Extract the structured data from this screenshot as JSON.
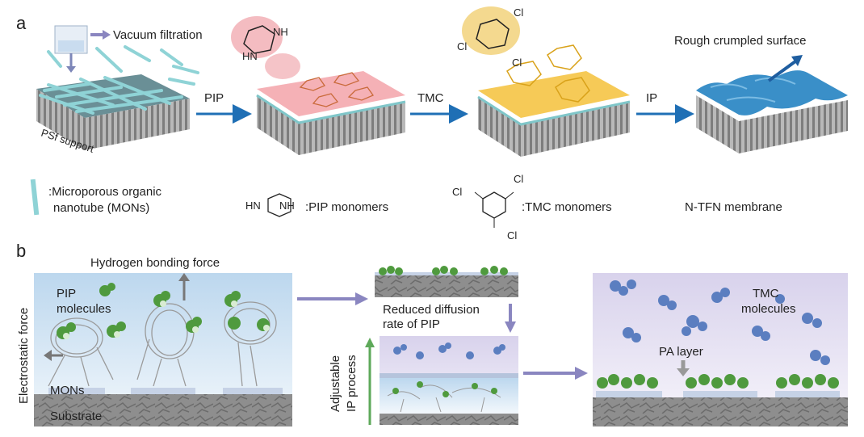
{
  "panel_a": {
    "letter": "a",
    "vacuum": "Vacuum filtration",
    "psf": "PSf support",
    "pip_arrow": "PIP",
    "tmc_arrow": "TMC",
    "ip_arrow": "IP",
    "rough": "Rough crumpled surface",
    "legend_mons_1": ":Microporous organic",
    "legend_mons_2": "nanotube (MONs)",
    "legend_pip": ":PIP monomers",
    "legend_tmc": ":TMC monomers",
    "legend_ntfn": "N-TFN membrane",
    "hn": "HN",
    "nh": "NH",
    "cl": "Cl"
  },
  "panel_b": {
    "letter": "b",
    "hbond": "Hydrogen bonding force",
    "electro": "Electrostatic force",
    "pip_mol_1": "PIP",
    "pip_mol_2": "molecules",
    "mons": "MONs",
    "substrate": "Substrate",
    "reduced_1": "Reduced diffusion",
    "reduced_2": "rate of PIP",
    "adjustable_1": "Adjustable",
    "adjustable_2": "IP process",
    "tmc_mol_1": "TMC",
    "tmc_mol_2": "molecules",
    "pa_layer": "PA layer"
  },
  "colors": {
    "arrow_blue": "#1f6fb5",
    "pink": "#f4a8ae",
    "yellow": "#f5c445",
    "membrane_blue": "#3a8fc8",
    "mons_teal": "#8fd3d6",
    "green": "#4f9a3e",
    "purple": "#8a86c0"
  }
}
